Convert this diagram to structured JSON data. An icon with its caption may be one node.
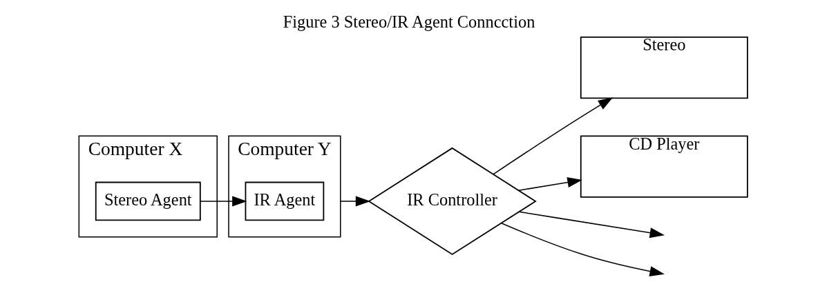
{
  "diagram": {
    "title": "Figure 3 Stereo/IR Agent Conncction",
    "nodes": [
      {
        "text": [
          "Computer X"
        ]
      },
      {
        "text": [
          "Stereo Agent"
        ],
        "in": 0
      },
      {
        "text": [
          "Computer Y"
        ]
      },
      {
        "text": [
          "IR Agent"
        ],
        "in": 2
      },
      {
        "text": [
          "IR Controller"
        ]
      },
      {
        "text": [
          "Stereo"
        ]
      },
      {
        "text": [
          "CD Player"
        ]
      }
    ],
    "edges": [
      {
        "from": 1,
        "to": 3,
        "arrow": "to"
      },
      {
        "from": 2,
        "to": 4,
        "arrow": "to"
      },
      {
        "from": 4,
        "to": 5,
        "arrow": "to"
      },
      {
        "from": 4,
        "to": 6,
        "arrow": "to"
      },
      {
        "from": 4,
        "to": null,
        "arrow": "to"
      },
      {
        "from": 4,
        "to": null,
        "arrow": "to"
      }
    ]
  }
}
